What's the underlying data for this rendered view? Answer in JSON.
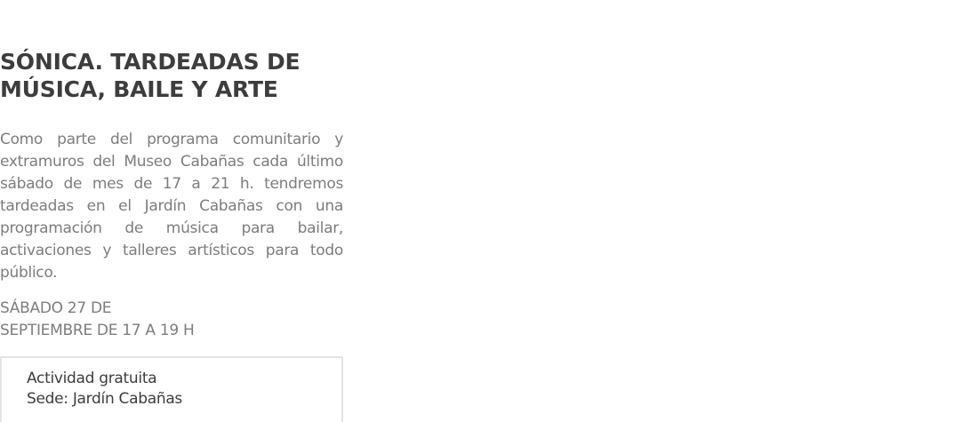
{
  "event": {
    "title": "SÓNICA. TARDEADAS DE\nMÚSICA, BAILE Y ARTE",
    "description": "Como parte del programa comunitario y extramuros del Museo Cabañas cada último sábado de mes de 17 a 21 h. tendremos tardeadas en el Jardín Cabañas con una programación de música para bailar, activaciones y talleres artísticos para todo público.",
    "date": "SÁBADO 27 DE\nSEPTIEMBRE DE 17 A 19 H",
    "info": {
      "price": "Actividad gratuita",
      "venue": "Sede: Jardín Cabañas"
    }
  }
}
